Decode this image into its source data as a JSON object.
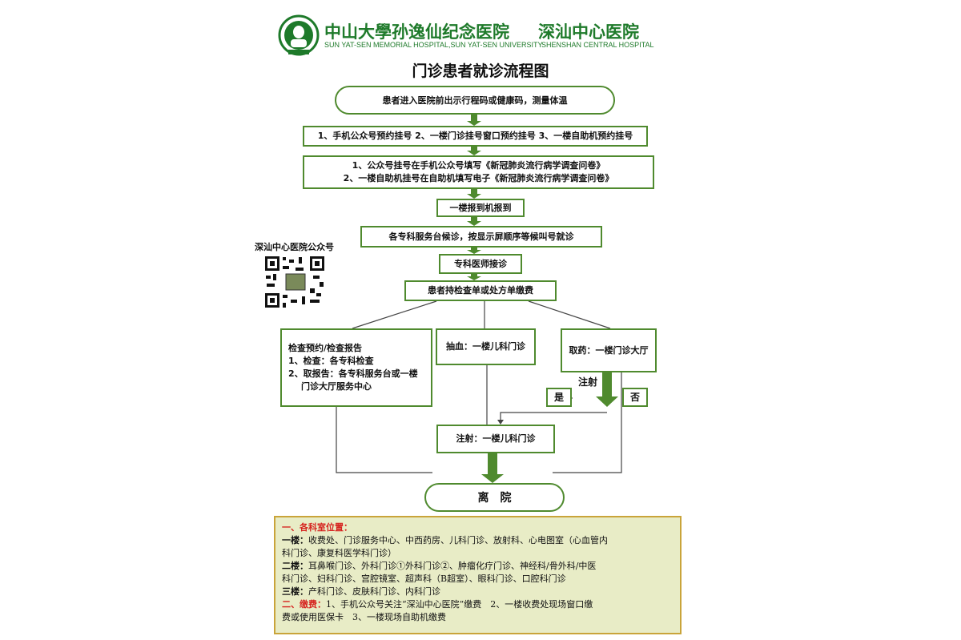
{
  "header": {
    "logo_icon": "sysu-logo-icon",
    "hospital_name_1": "中山大學孙逸仙纪念医院",
    "hospital_name_2": "深汕中心医院",
    "english_1": "SUN YAT-SEN MEMORIAL HOSPITAL,SUN YAT-SEN UNIVERSITY",
    "english_2": "SHENSHAN CENTRAL HOSPITAL",
    "accent_color": "#1e7a2a"
  },
  "title": "门诊患者就诊流程图",
  "steps": {
    "start": "患者进入医院前出示行程码或健康码，测量体温",
    "register": "1、手机公众号预约挂号 2、一楼门诊挂号窗口预约挂号 3、一楼自助机预约挂号",
    "survey_1": "1、公众号挂号在手机公众号填写《新冠肺炎流行病学调查问卷》",
    "survey_2": "2、一楼自助机挂号在自助机填写电子《新冠肺炎流行病学调查问卷》",
    "checkin": "一楼报到机报到",
    "wait": "各专科服务台候诊，按显示屏顺序等候叫号就诊",
    "doctor": "专科医师接诊",
    "pay": "患者持检查单或处方单缴费",
    "exam_title": "检查预约/检查报告",
    "exam_1": "1、检查：各专科检查",
    "exam_2a": "2、取报告：各专科服务台或一楼",
    "exam_2b": "门诊大厅服务中心",
    "blood": "抽血：一楼儿科门诊",
    "medicine": "取药：一楼门诊大厅",
    "injection_q": "注射",
    "yes": "是",
    "no": "否",
    "injection": "注射：一楼儿科门诊",
    "leave": "离　院"
  },
  "qr": {
    "label": "深汕中心医院公众号",
    "icon": "qr-code-icon"
  },
  "legend": {
    "section1": "一、各科室位置：",
    "f1_label": "一楼：",
    "f1_text_a": "收费处、门诊服务中心、中西药房、儿科门诊、放射科、心电图室（心血管内",
    "f1_text_b": "科门诊、康复科医学科门诊）",
    "f2_label": "二楼：",
    "f2_text_a": "耳鼻喉门诊、外科门诊①外科门诊②、肿瘤化疗门诊、神经科/骨外科/中医",
    "f2_text_b": "科门诊、妇科门诊、宫腔镜室、超声科（B超室）、眼科门诊、口腔科门诊",
    "f3_label": "三楼：",
    "f3_text": "产科门诊、皮肤科门诊、内科门诊",
    "section2": "二、缴费：",
    "pay_text_a": "1、手机公众号关注“深汕中心医院”缴费　2、一楼收费处现场窗口缴",
    "pay_text_b": "费或使用医保卡　3、一楼现场自助机缴费",
    "bg_color": "#e8ecc6",
    "border_color": "#c9a43a"
  }
}
